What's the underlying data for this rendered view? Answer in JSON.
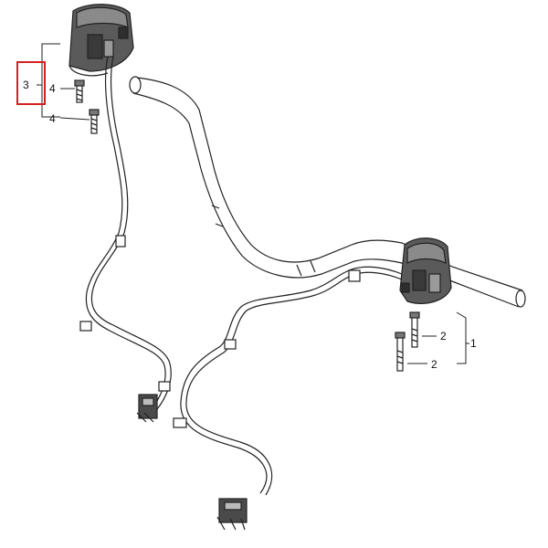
{
  "callouts": {
    "left_assembly": "3",
    "left_screw_upper": "4",
    "left_screw_lower": "4",
    "right_assembly": "1",
    "right_screw_upper": "2",
    "right_screw_lower": "2"
  },
  "highlight_color": "#d42020",
  "line_color": "#222222"
}
